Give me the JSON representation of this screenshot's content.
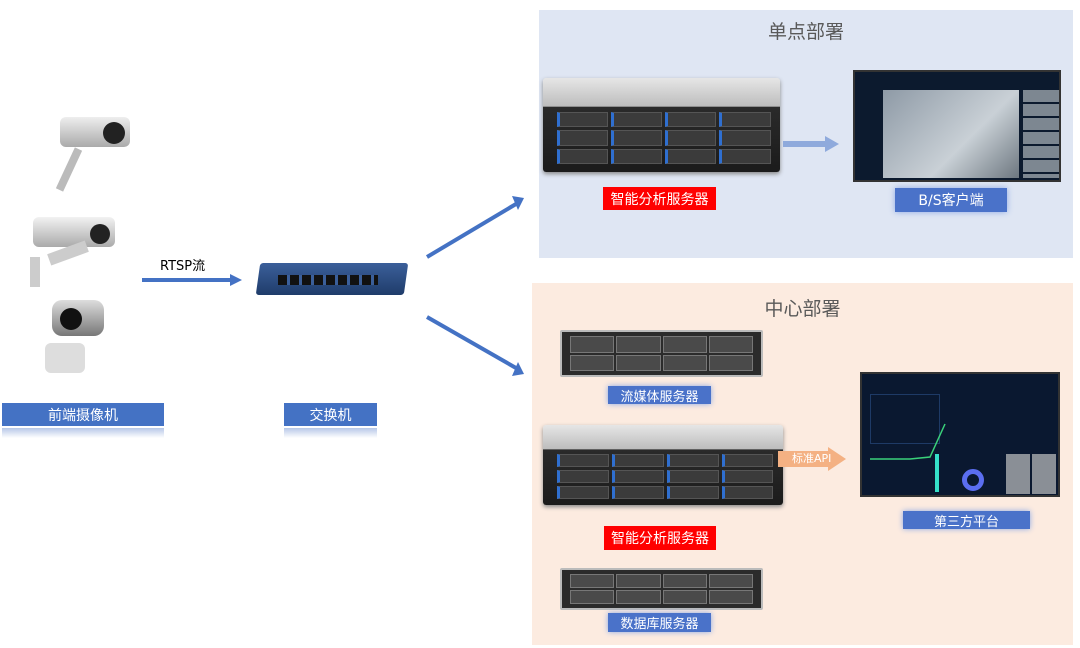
{
  "left": {
    "cameras_label": "前端摄像机",
    "stream_label": "RTSP流",
    "switch_label": "交换机"
  },
  "single": {
    "title": "单点部署",
    "server_label": "智能分析服务器",
    "client_label": "B/S客户端"
  },
  "center": {
    "title": "中心部署",
    "media_label": "流媒体服务器",
    "analysis_label": "智能分析服务器",
    "db_label": "数据库服务器",
    "api_label": "标准API",
    "platform_label": "第三方平台"
  },
  "colors": {
    "label_blue": "#4472c4",
    "label_red": "#ff0000",
    "single_bg": "#dfe6f3",
    "center_bg": "#fcebe0",
    "api_arrow": "#f4b183"
  }
}
